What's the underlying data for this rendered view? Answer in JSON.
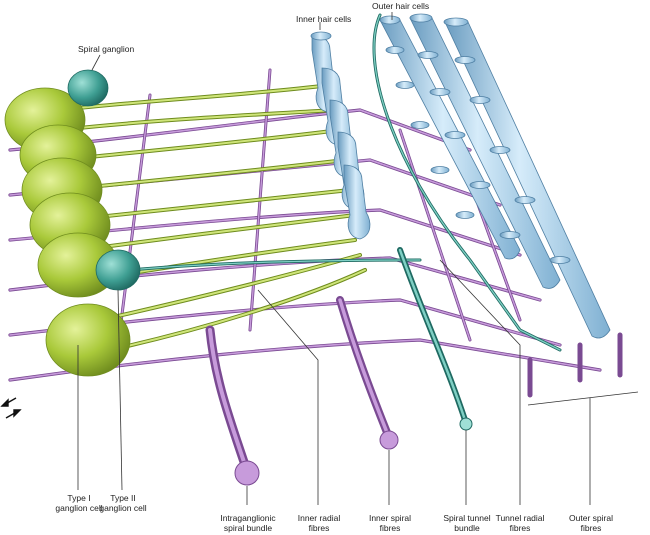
{
  "labels": {
    "spiral_ganglion": "Spiral ganglion",
    "inner_hair_cells": "Inner hair cells",
    "outer_hair_cells": "Outer hair cells",
    "type1": "Type I\nganglion cell",
    "type2": "Type II\nganglion cell",
    "intraganglionic": "Intraganglionic\nspiral bundle",
    "inner_radial": "Inner radial\nfibres",
    "inner_spiral": "Inner spiral\nfibres",
    "spiral_tunnel": "Spiral tunnel\nbundle",
    "tunnel_radial": "Tunnel radial\nfibres",
    "outer_spiral": "Outer spiral\nfibres"
  },
  "colors": {
    "afferent_green": "#a9c93a",
    "afferent_green_dark": "#6f8c1e",
    "efferent_purple": "#b77fcf",
    "efferent_purple_dark": "#7a4a92",
    "type2_teal": "#3f9f93",
    "hair_cell_blue": "#a9d4ee",
    "hair_cell_blue_dark": "#5a8db0",
    "leader_line": "#333333"
  }
}
